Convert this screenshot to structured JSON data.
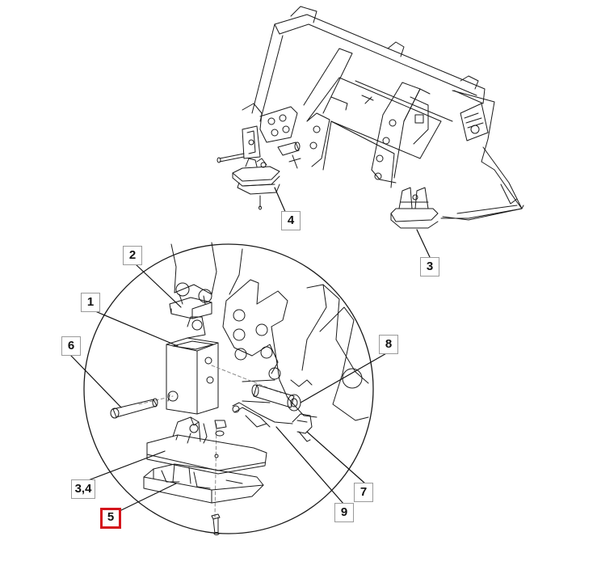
{
  "callouts": {
    "c1": "1",
    "c2": "2",
    "c3_top": "3",
    "c4_top": "4",
    "c34": "3,4",
    "c5": "5",
    "c6": "6",
    "c7": "7",
    "c8": "8",
    "c9": "9"
  },
  "selected_callout": "5",
  "colors": {
    "line": "#1a1a1a",
    "leader": "#111111",
    "callout_border": "#9a9a9a",
    "selected_border": "#d4141c"
  }
}
